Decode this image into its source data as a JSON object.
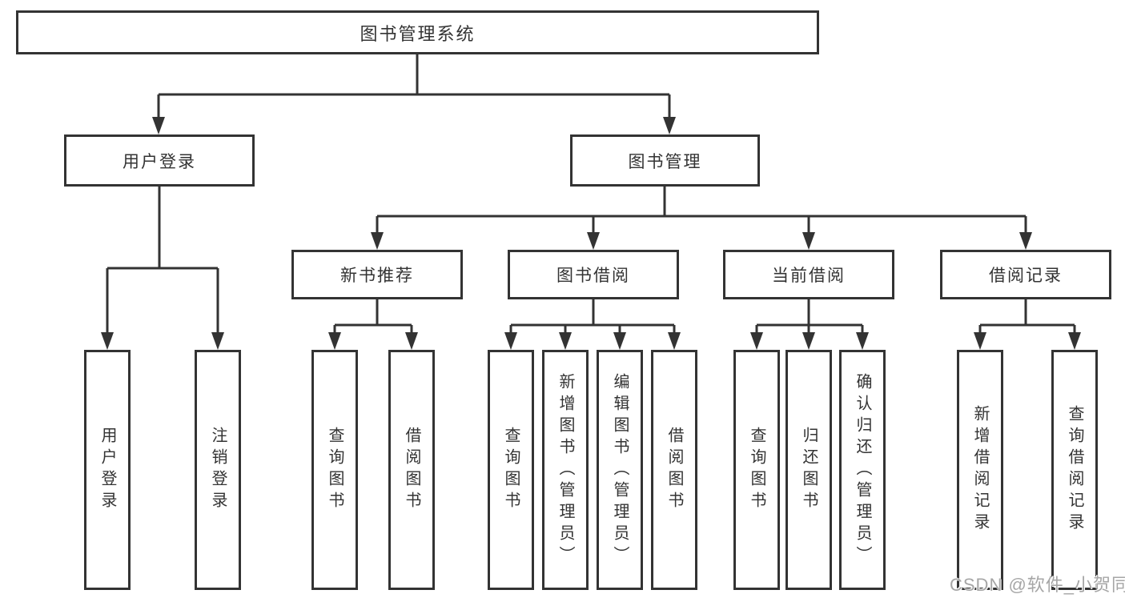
{
  "colors": {
    "background": "#ffffff",
    "line": "#333333",
    "node_border": "#333333",
    "node_text": "#333333",
    "watermark": "#a6a6a6"
  },
  "tree": {
    "root": "图书管理系统",
    "level2": [
      {
        "label": "用户登录"
      },
      {
        "label": "图书管理"
      }
    ],
    "level3": [
      {
        "label": "新书推荐"
      },
      {
        "label": "图书借阅"
      },
      {
        "label": "当前借阅"
      },
      {
        "label": "借阅记录"
      }
    ],
    "leaves": {
      "login": [
        "用户登录",
        "注销登录"
      ],
      "recommend": [
        "查询图书",
        "借阅图书"
      ],
      "borrow": [
        "查询图书",
        "新增图书（管理员）",
        "编辑图书（管理员）",
        "借阅图书"
      ],
      "current": [
        "查询图书",
        "归还图书",
        "确认归还（管理员）"
      ],
      "records": [
        "新增借阅记录",
        "查询借阅记录"
      ]
    }
  },
  "watermark": {
    "text": "CSDN @软件_小贺同学"
  }
}
